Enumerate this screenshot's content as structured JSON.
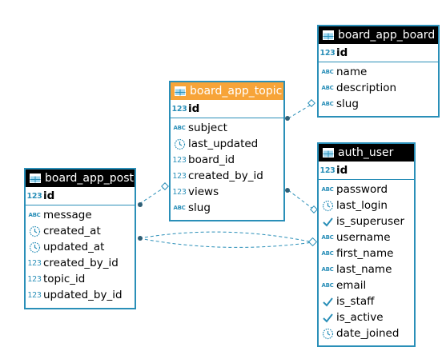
{
  "entities": {
    "board": {
      "name": "board_app_board",
      "pk": {
        "type": "123",
        "name": "id"
      },
      "columns": [
        {
          "type": "ABC",
          "icon": "text-type-icon",
          "name": "name"
        },
        {
          "type": "ABC",
          "icon": "text-type-icon",
          "name": "description"
        },
        {
          "type": "ABC",
          "icon": "text-type-icon",
          "name": "slug"
        }
      ]
    },
    "topic": {
      "name": "board_app_topic",
      "pk": {
        "type": "123",
        "name": "id"
      },
      "columns": [
        {
          "type": "ABC",
          "icon": "text-type-icon",
          "name": "subject"
        },
        {
          "type": "datetime",
          "icon": "clock-icon",
          "name": "last_updated"
        },
        {
          "type": "123",
          "icon": "number-type-icon",
          "name": "board_id"
        },
        {
          "type": "123",
          "icon": "number-type-icon",
          "name": "created_by_id"
        },
        {
          "type": "123",
          "icon": "number-type-icon",
          "name": "views"
        },
        {
          "type": "ABC",
          "icon": "text-type-icon",
          "name": "slug"
        }
      ]
    },
    "post": {
      "name": "board_app_post",
      "pk": {
        "type": "123",
        "name": "id"
      },
      "columns": [
        {
          "type": "ABC",
          "icon": "text-type-icon",
          "name": "message"
        },
        {
          "type": "datetime",
          "icon": "clock-icon",
          "name": "created_at"
        },
        {
          "type": "datetime",
          "icon": "clock-icon",
          "name": "updated_at"
        },
        {
          "type": "123",
          "icon": "number-type-icon",
          "name": "created_by_id"
        },
        {
          "type": "123",
          "icon": "number-type-icon",
          "name": "topic_id"
        },
        {
          "type": "123",
          "icon": "number-type-icon",
          "name": "updated_by_id"
        }
      ]
    },
    "user": {
      "name": "auth_user",
      "pk": {
        "type": "123",
        "name": "id"
      },
      "columns": [
        {
          "type": "ABC",
          "icon": "text-type-icon",
          "name": "password"
        },
        {
          "type": "datetime",
          "icon": "clock-icon",
          "name": "last_login"
        },
        {
          "type": "bool",
          "icon": "check-icon",
          "name": "is_superuser"
        },
        {
          "type": "ABC",
          "icon": "text-type-icon",
          "name": "username"
        },
        {
          "type": "ABC",
          "icon": "text-type-icon",
          "name": "first_name"
        },
        {
          "type": "ABC",
          "icon": "text-type-icon",
          "name": "last_name"
        },
        {
          "type": "ABC",
          "icon": "text-type-icon",
          "name": "email"
        },
        {
          "type": "bool",
          "icon": "check-icon",
          "name": "is_staff"
        },
        {
          "type": "bool",
          "icon": "check-icon",
          "name": "is_active"
        },
        {
          "type": "datetime",
          "icon": "clock-icon",
          "name": "date_joined"
        }
      ]
    }
  },
  "relationships": [
    {
      "from": "board_app_topic",
      "to": "board_app_board",
      "from_column": "board_id"
    },
    {
      "from": "board_app_post",
      "to": "board_app_topic",
      "from_column": "topic_id"
    },
    {
      "from": "board_app_topic",
      "to": "auth_user",
      "from_column": "created_by_id"
    },
    {
      "from": "board_app_post",
      "to": "auth_user",
      "from_column": "created_by_id"
    },
    {
      "from": "board_app_post",
      "to": "auth_user",
      "from_column": "updated_by_id"
    }
  ],
  "colors": {
    "border": "#2a8fb8",
    "header": "#000000",
    "selected_header": "#f7a438",
    "header_text": "#ffffff"
  }
}
